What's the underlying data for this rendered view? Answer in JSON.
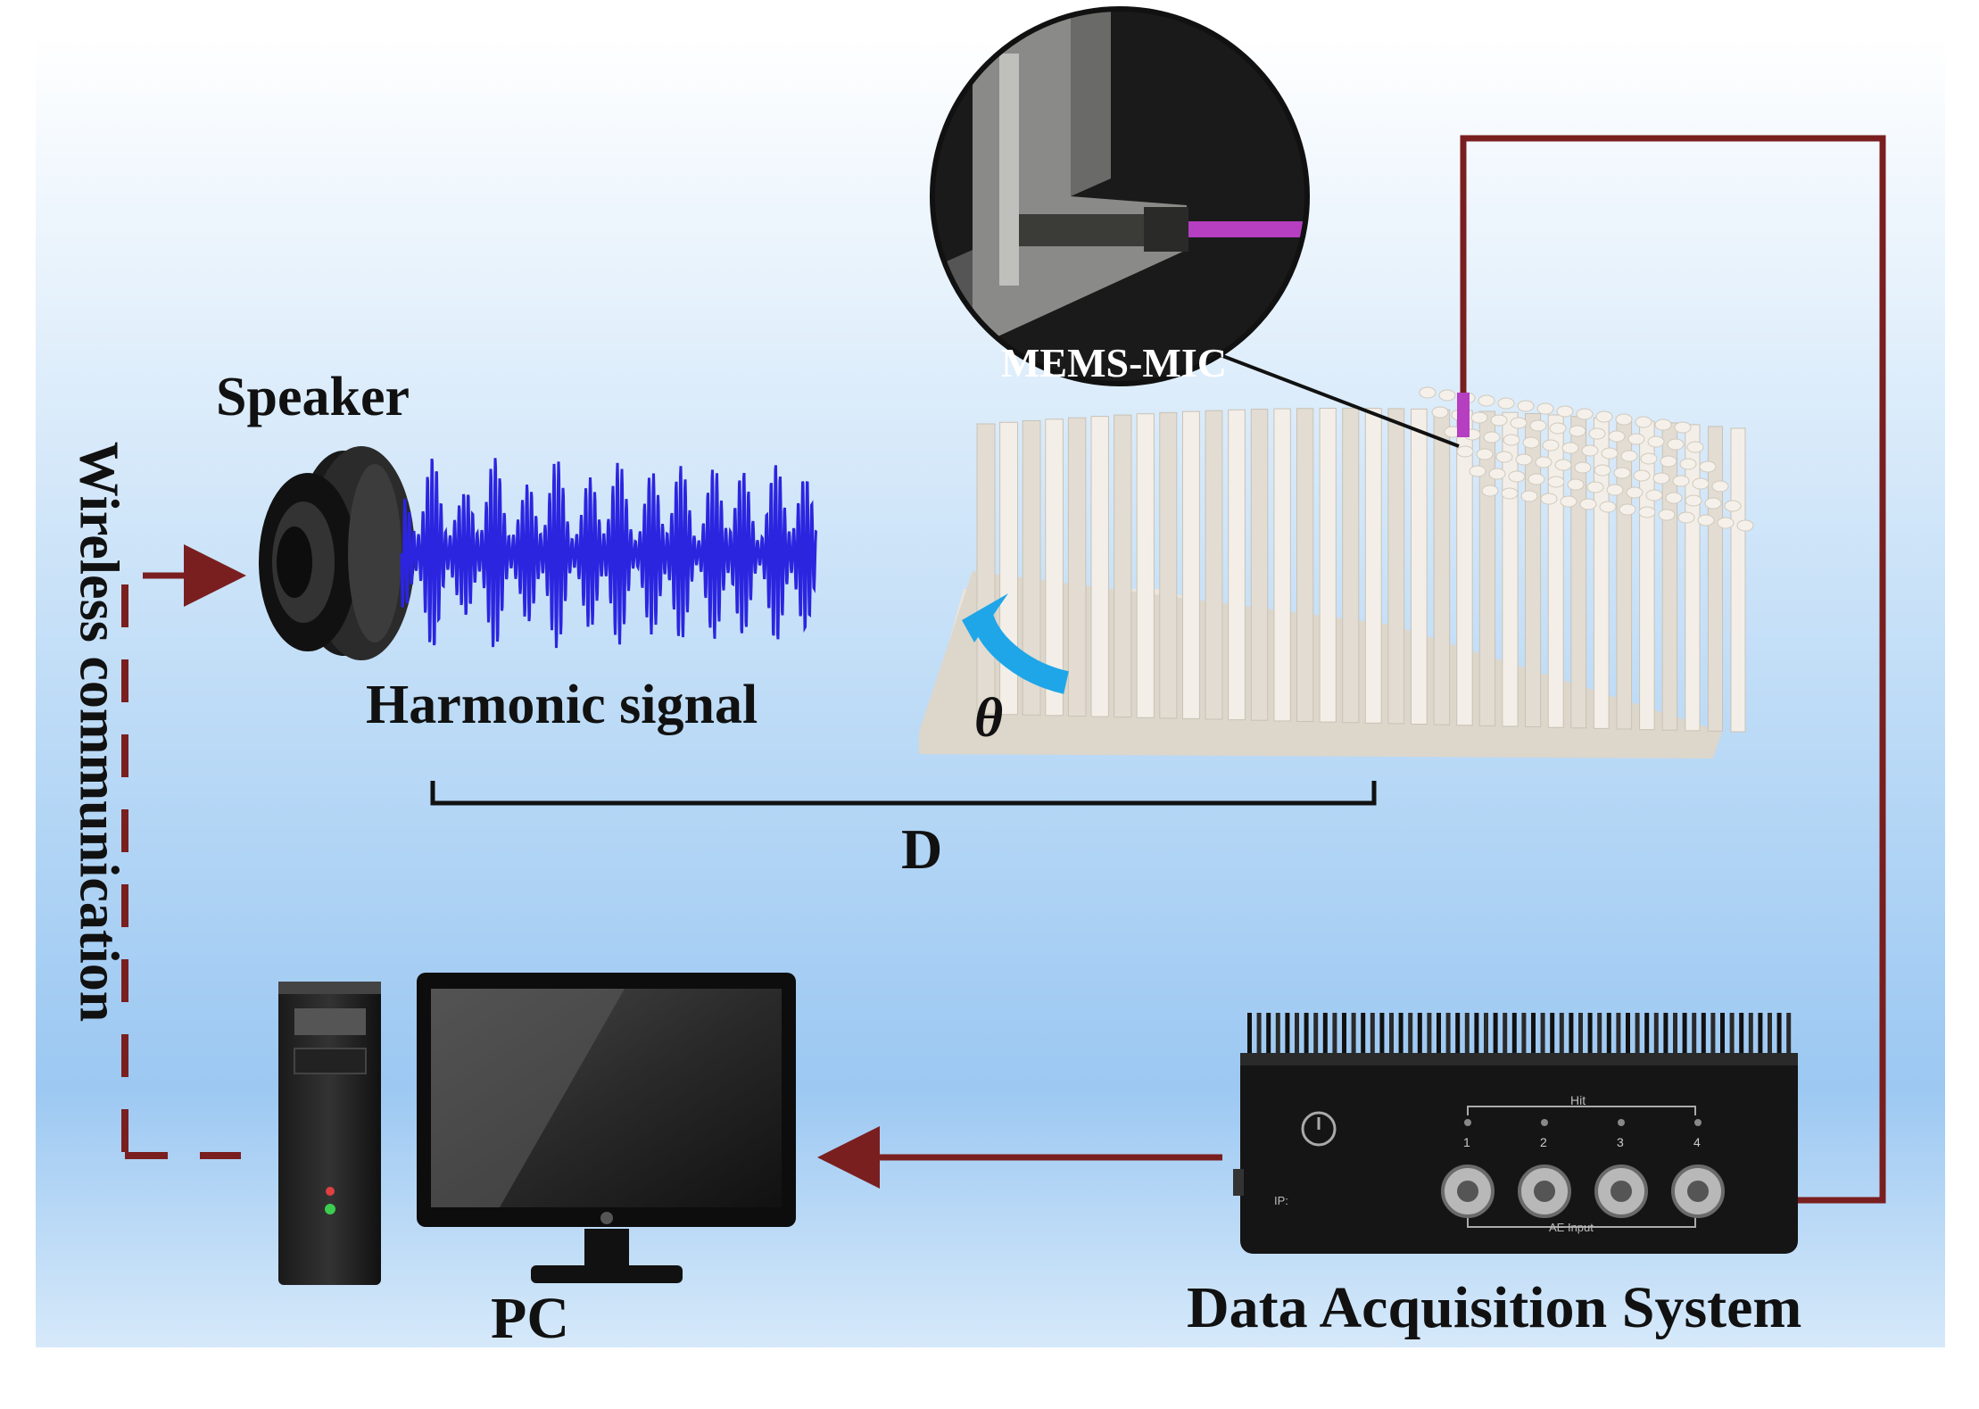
{
  "labels": {
    "speaker": "Speaker",
    "harmonic_signal": "Harmonic signal",
    "mems_mic": "MEMS-MIC",
    "distance": "D",
    "angle": "θ",
    "wireless": "Wireless communication",
    "pc": "PC",
    "daq": "Data Acquisition System"
  },
  "daq_panel": {
    "hit": "Hit",
    "ae_input": "AE Input",
    "ip": "IP:",
    "ports": [
      "1",
      "2",
      "3",
      "4"
    ]
  },
  "colors": {
    "background_top": "#ffffff",
    "background_mid": "#a9d0f5",
    "waveform": "#2b25e0",
    "arrow": "#7a1f1f",
    "theta_arrow": "#1fa6e8"
  },
  "icons": [
    "speaker-icon",
    "waveform",
    "mems-mic-inset",
    "acoustic-structure",
    "computer-tower-icon",
    "monitor-icon",
    "daq-device-icon"
  ]
}
